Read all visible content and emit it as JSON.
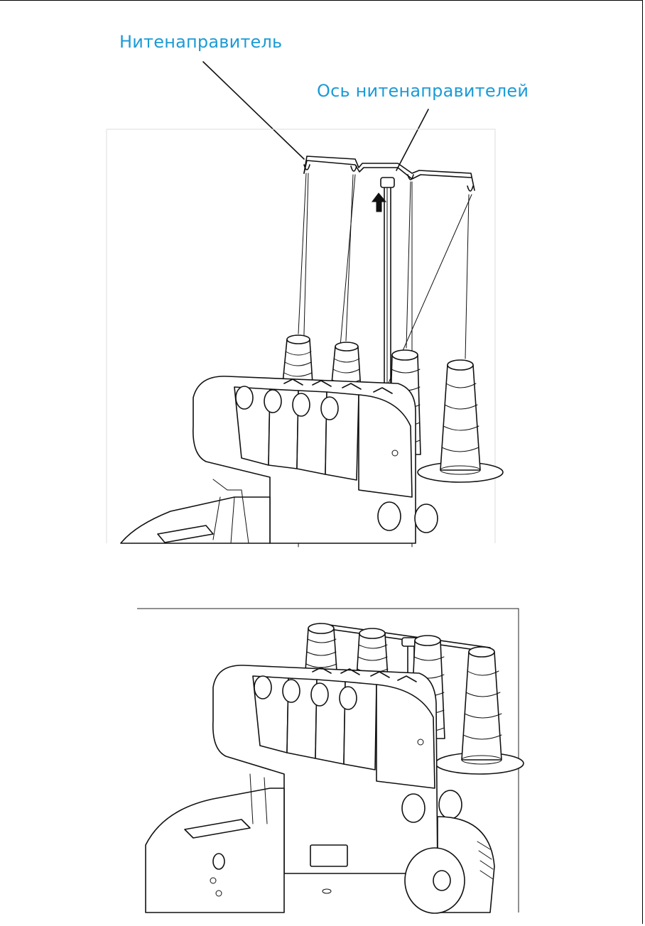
{
  "labels": {
    "thread_guide": "Нитенаправитель",
    "thread_guide_axis": "Ось нитенаправителей"
  },
  "colors": {
    "label_color": "#1c9bd6",
    "line_color": "#111111",
    "background": "#ffffff"
  },
  "figures": [
    {
      "name": "thread-guide-raised",
      "icon": "arrow-up-icon"
    },
    {
      "name": "thread-guide-lowered"
    }
  ]
}
